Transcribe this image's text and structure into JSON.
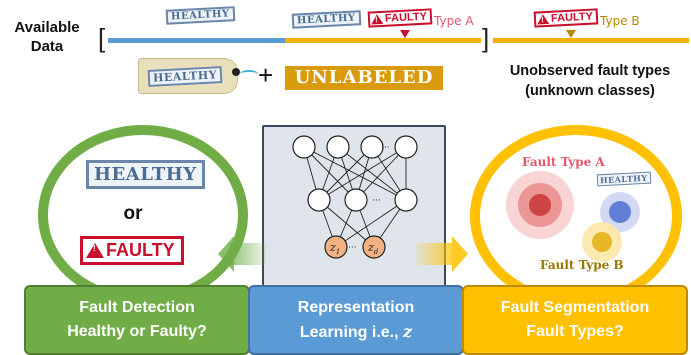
{
  "top": {
    "available_data": "Available Data",
    "open_bracket": "[",
    "close_bracket": "]",
    "healthy_stamp": "HEALTHY",
    "faulty_stamp": "FAULTY",
    "type_a": "Type A",
    "type_b": "Type B",
    "unlabeled": "UNLABELED",
    "plus": "+",
    "unobserved": "Unobserved fault types (unknown classes)"
  },
  "middle": {
    "or_text": "or",
    "fault_type_a": "Fault Type A",
    "fault_type_b": "Fault Type B",
    "healthy_small": "HEALTHY",
    "latent_z1": "z",
    "latent_z1_sub": "1",
    "latent_zd": "z",
    "latent_zd_sub": "d",
    "dots": "···"
  },
  "boxes": {
    "detection_line1": "Fault Detection",
    "detection_line2": "Healthy or Faulty?",
    "representation_line1": "Representation",
    "representation_line2": "Learning i.e., ",
    "representation_symbol": "z",
    "segmentation_line1": "Fault Segmentation",
    "segmentation_line2": "Fault Types?"
  },
  "colors": {
    "blue": "#5b9bd5",
    "orange": "#ffc000",
    "green": "#70ad47",
    "fault_red": "#c8102e",
    "healthy_blue": "#4a6c94",
    "latent_node": "#f4b183"
  }
}
